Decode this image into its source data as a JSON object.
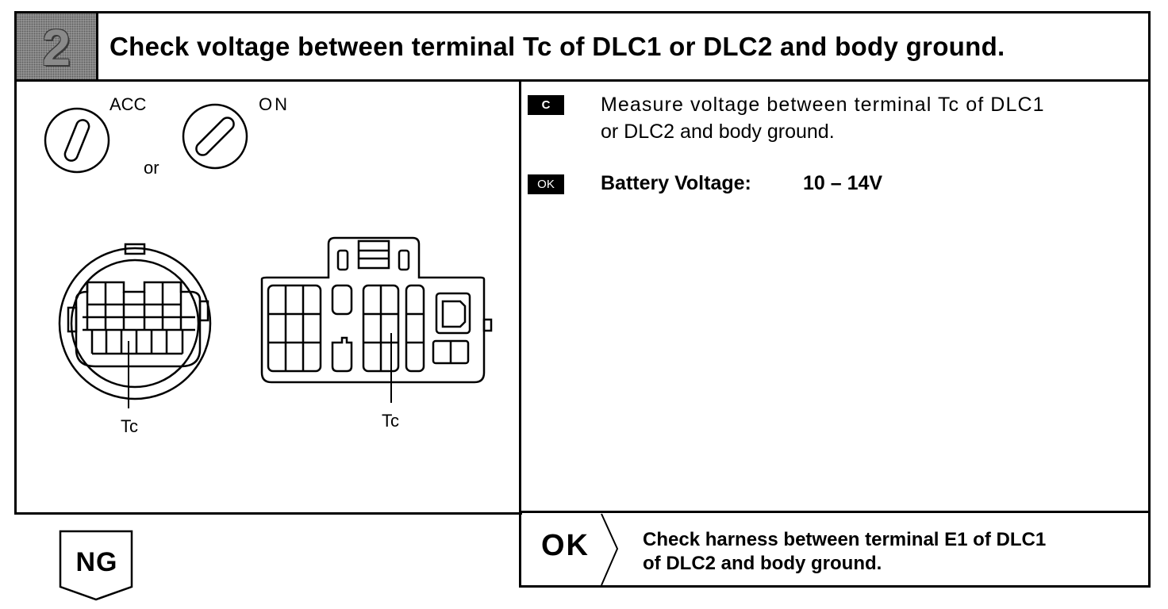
{
  "step": {
    "number": "2",
    "title": "Check voltage between terminal Tc of DLC1 or DLC2 and body ground."
  },
  "illustration": {
    "acc_label": "ACC",
    "on_label": "ON",
    "or_label": "or",
    "tc_label_dlc1": "Tc",
    "tc_label_dlc2": "Tc"
  },
  "instructions": {
    "measure_badge": "C",
    "measure_line1": "Measure voltage between terminal Tc of DLC1",
    "measure_line2": "or DLC2 and body ground.",
    "ok_badge": "OK",
    "battery_label": "Battery Voltage:",
    "battery_value": "10 – 14V"
  },
  "results": {
    "ok_label": "OK",
    "ok_action_line1": "Check harness between terminal E1 of DLC1",
    "ok_action_line2": "of DLC2 and body ground.",
    "ng_label": "NG"
  }
}
